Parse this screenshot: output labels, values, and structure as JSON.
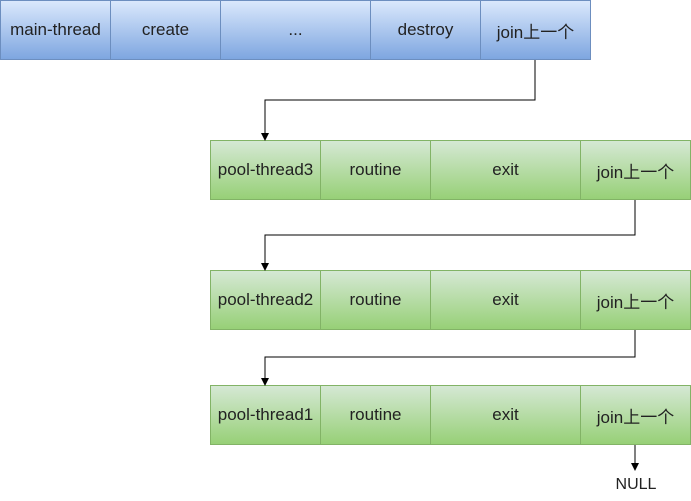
{
  "main_row": {
    "cells": [
      "main-thread",
      "create",
      "...",
      "destroy",
      "join上一个"
    ]
  },
  "pool_thread3_row": {
    "cells": [
      "pool-thread3",
      "routine",
      "exit",
      "join上一个"
    ]
  },
  "pool_thread2_row": {
    "cells": [
      "pool-thread2",
      "routine",
      "exit",
      "join上一个"
    ]
  },
  "pool_thread1_row": {
    "cells": [
      "pool-thread1",
      "routine",
      "exit",
      "join上一个"
    ]
  },
  "terminal_label": "NULL",
  "colors": {
    "blue_fill_top": "#dae8fc",
    "blue_fill_bottom": "#7ea6e0",
    "blue_stroke": "#6c8ebf",
    "green_fill_top": "#d5e8d4",
    "green_fill_bottom": "#97d077",
    "green_stroke": "#82b366",
    "connector": "#000000"
  }
}
